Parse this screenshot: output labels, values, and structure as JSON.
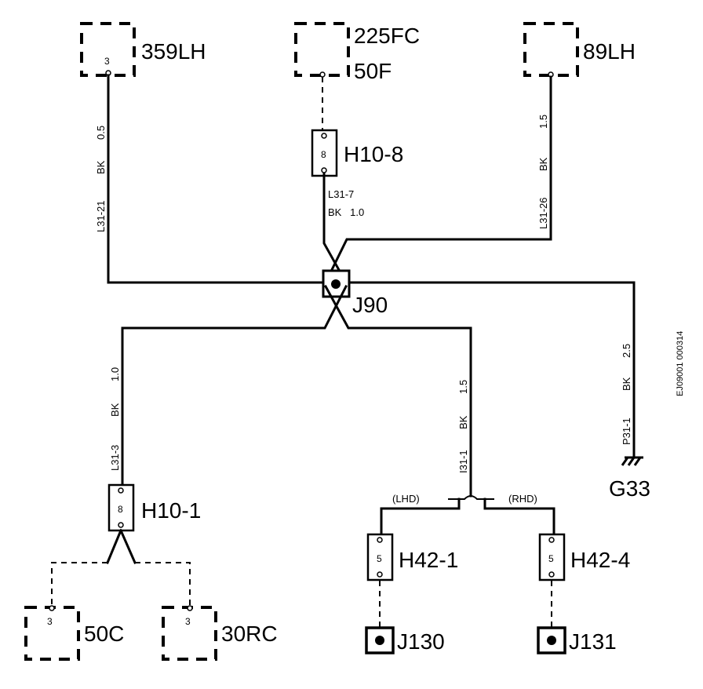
{
  "components": {
    "c359lh": "359LH",
    "c225fc": "225FC",
    "c50f": "50F",
    "c89lh": "89LH",
    "j90": "J90",
    "g33": "G33",
    "h10_8": "H10-8",
    "h10_1": "H10-1",
    "h42_1": "H42-1",
    "h42_4": "H42-4",
    "c50c": "50C",
    "c30rc": "30RC",
    "j130": "J130",
    "j131": "J131"
  },
  "pins": {
    "p359lh": "3",
    "h10_8": "8",
    "h10_1": "8",
    "p50c": "3",
    "p30rc": "3",
    "h42_1": "5",
    "h42_4": "5"
  },
  "wires": {
    "w359": {
      "id": "L31-21",
      "color": "BK",
      "size": "0.5"
    },
    "w89": {
      "id": "L31-26",
      "color": "BK",
      "size": "1.5"
    },
    "wh108_id": "L31-7",
    "wh108_spec": "BK   1.0",
    "wh101": {
      "id": "L31-3",
      "color": "BK",
      "size": "1.0"
    },
    "wh42": {
      "id": "I31-1",
      "color": "BK",
      "size": "1.5"
    },
    "wg33": {
      "id": "P31-1",
      "color": "BK",
      "size": "2.5"
    }
  },
  "labels": {
    "lhd": "(LHD)",
    "rhd": "(RHD)",
    "figure_code": "EJ09001 000314"
  }
}
